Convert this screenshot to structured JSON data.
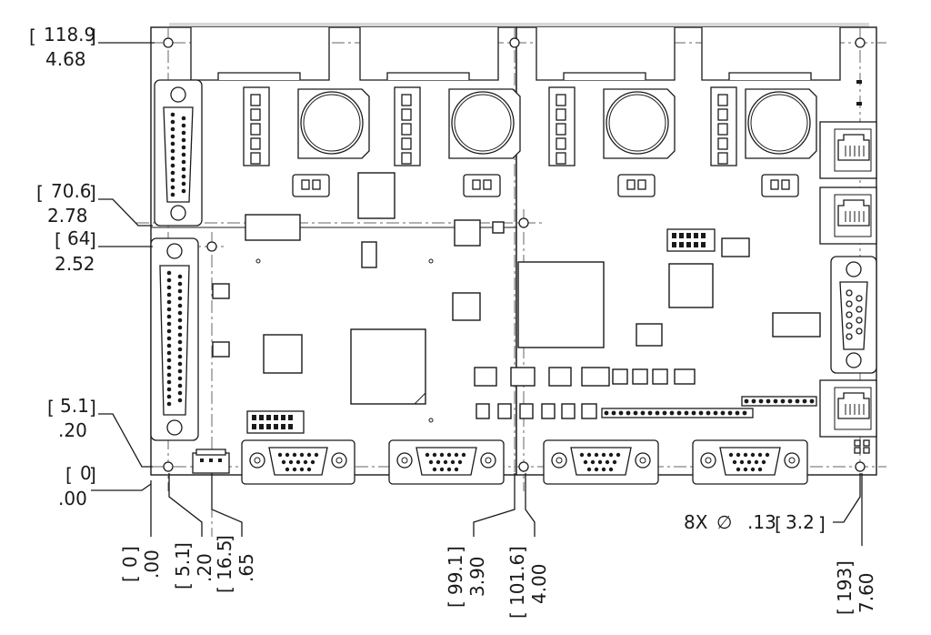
{
  "dimensions": {
    "left": [
      {
        "mm": "118.9",
        "inch": "4.68"
      },
      {
        "mm": "70.6",
        "inch": "2.78"
      },
      {
        "mm": "64",
        "inch": "2.52"
      },
      {
        "mm": "5.1",
        "inch": ".20"
      },
      {
        "mm": "0",
        "inch": ".00"
      }
    ],
    "bottom": [
      {
        "mm": "0",
        "inch": ".00"
      },
      {
        "mm": "5.1",
        "inch": ".20"
      },
      {
        "mm": "16.5",
        "inch": ".65"
      },
      {
        "mm": "99.1",
        "inch": "3.90"
      },
      {
        "mm": "101.6",
        "inch": "4.00"
      },
      {
        "mm": "193",
        "inch": "7.60"
      }
    ],
    "hole_callout": {
      "count": "8X",
      "symbol": "∅",
      "inch": ".13",
      "mm": "3.2"
    }
  }
}
